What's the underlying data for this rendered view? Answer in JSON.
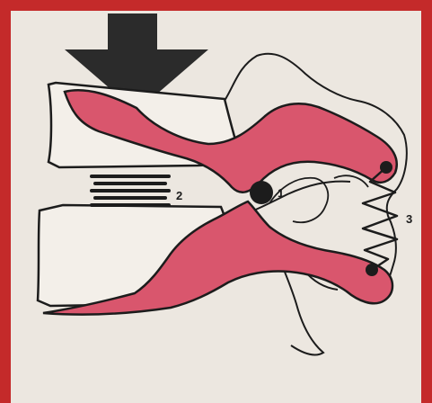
{
  "labels": {
    "joint": "1",
    "disc": "2",
    "spring": "3"
  },
  "colors": {
    "frame": "#c42a2a",
    "paper": "#ece7e0",
    "lever": "#d9566d",
    "ink": "#1c1c1c"
  },
  "icons": {
    "load": "downward-arrow-icon",
    "joint": "pivot-icon",
    "disc": "coil-spring-icon",
    "ligament": "zigzag-spring-icon"
  }
}
